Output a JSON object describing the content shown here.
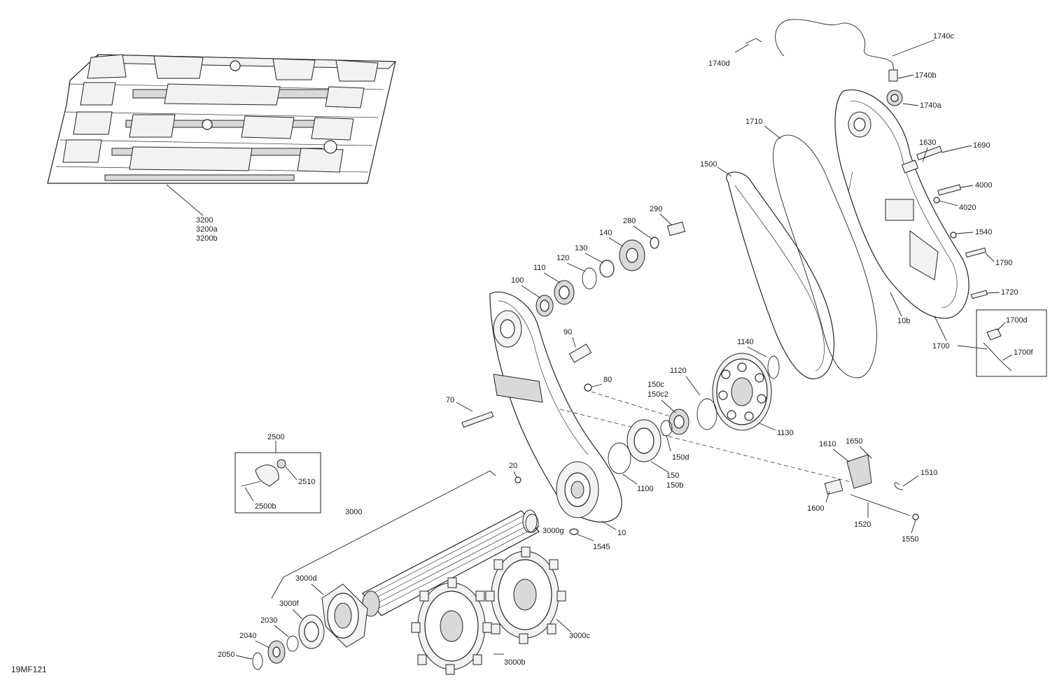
{
  "diagram_code": "19MF121",
  "callouts": {
    "c3200": "3200",
    "c3200a": "3200a",
    "c3200b": "3200b",
    "c1740c": "1740c",
    "c1740d": "1740d",
    "c1740b": "1740b",
    "c1740a": "1740a",
    "c1710": "1710",
    "c1500": "1500",
    "c1630": "1630",
    "c1690": "1690",
    "c4000": "4000",
    "c4020": "4020",
    "c1540": "1540",
    "c1790": "1790",
    "c1720": "1720",
    "c10b": "10b",
    "c1700": "1700",
    "c1700d": "1700d",
    "c1700f": "1700f",
    "c290": "290",
    "c280": "280",
    "c140": "140",
    "c130": "130",
    "c120": "120",
    "c110": "110",
    "c100": "100",
    "c90": "90",
    "c80": "80",
    "c70": "70",
    "c1140": "1140",
    "c1120": "1120",
    "c150c": "150c",
    "c150c2": "150c2",
    "c1130": "1130",
    "c150d": "150d",
    "c150": "150",
    "c150b": "150b",
    "c1100": "1100",
    "c1610": "1610",
    "c1650": "1650",
    "c1510": "1510",
    "c1600": "1600",
    "c1520": "1520",
    "c1550": "1550",
    "c2500": "2500",
    "c2510": "2510",
    "c2500b": "2500b",
    "c20": "20",
    "c3000": "3000",
    "c3000g": "3000g",
    "c1545": "1545",
    "c10": "10",
    "c3000d": "3000d",
    "c3000f": "3000f",
    "c2030": "2030",
    "c2040": "2040",
    "c2050": "2050",
    "c3000c": "3000c",
    "c3000b": "3000b"
  }
}
